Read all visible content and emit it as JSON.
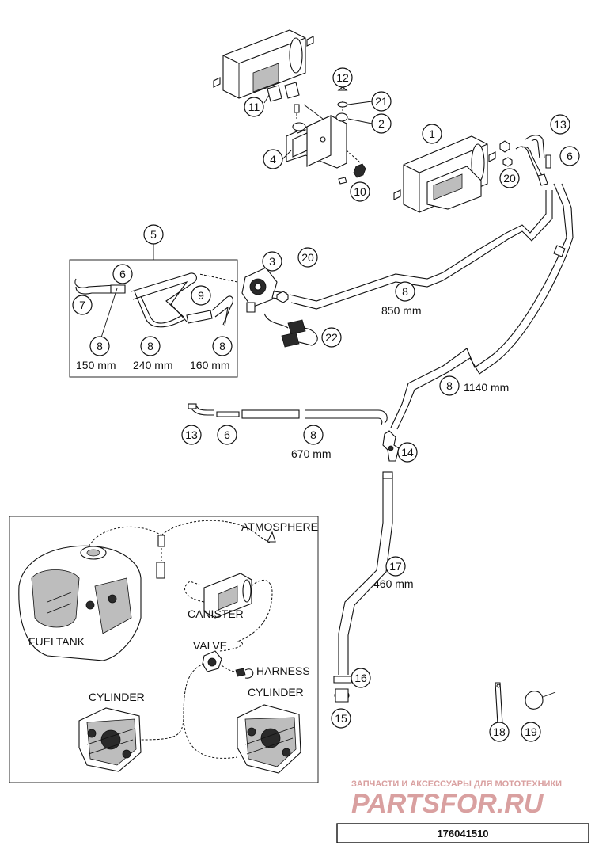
{
  "callouts": {
    "c1": "1",
    "c2": "2",
    "c3": "3",
    "c4": "4",
    "c5": "5",
    "c6a": "6",
    "c6b": "6",
    "c6c": "6",
    "c7": "7",
    "c8a": "8",
    "c8b": "8",
    "c8c": "8",
    "c8d": "8",
    "c8e": "8",
    "c8f": "8",
    "c9": "9",
    "c10": "10",
    "c11": "11",
    "c12": "12",
    "c13a": "13",
    "c13b": "13",
    "c14": "14",
    "c15": "15",
    "c16": "16",
    "c17": "17",
    "c18": "18",
    "c19": "19",
    "c20a": "20",
    "c20b": "20",
    "c21": "21",
    "c22": "22"
  },
  "lengths": {
    "l850": "850 mm",
    "l1140": "1140 mm",
    "l150": "150 mm",
    "l240": "240 mm",
    "l160": "160 mm",
    "l670": "670 mm",
    "l460": "460 mm"
  },
  "inset": {
    "atmosphere": "ATMOSPHERE",
    "canister": "CANISTER",
    "fueltank": "FUELTANK",
    "valve": "VALVE",
    "harness": "HARNESS",
    "cylinder_left": "CYLINDER",
    "cylinder_right": "CYLINDER"
  },
  "watermark": {
    "line1": "ЗАПЧАСТИ И АКСЕССУАРЫ ДЛЯ МОТОТЕХНИКИ",
    "line2": "PARTSFOR.RU"
  },
  "diagram_code": "176041510"
}
